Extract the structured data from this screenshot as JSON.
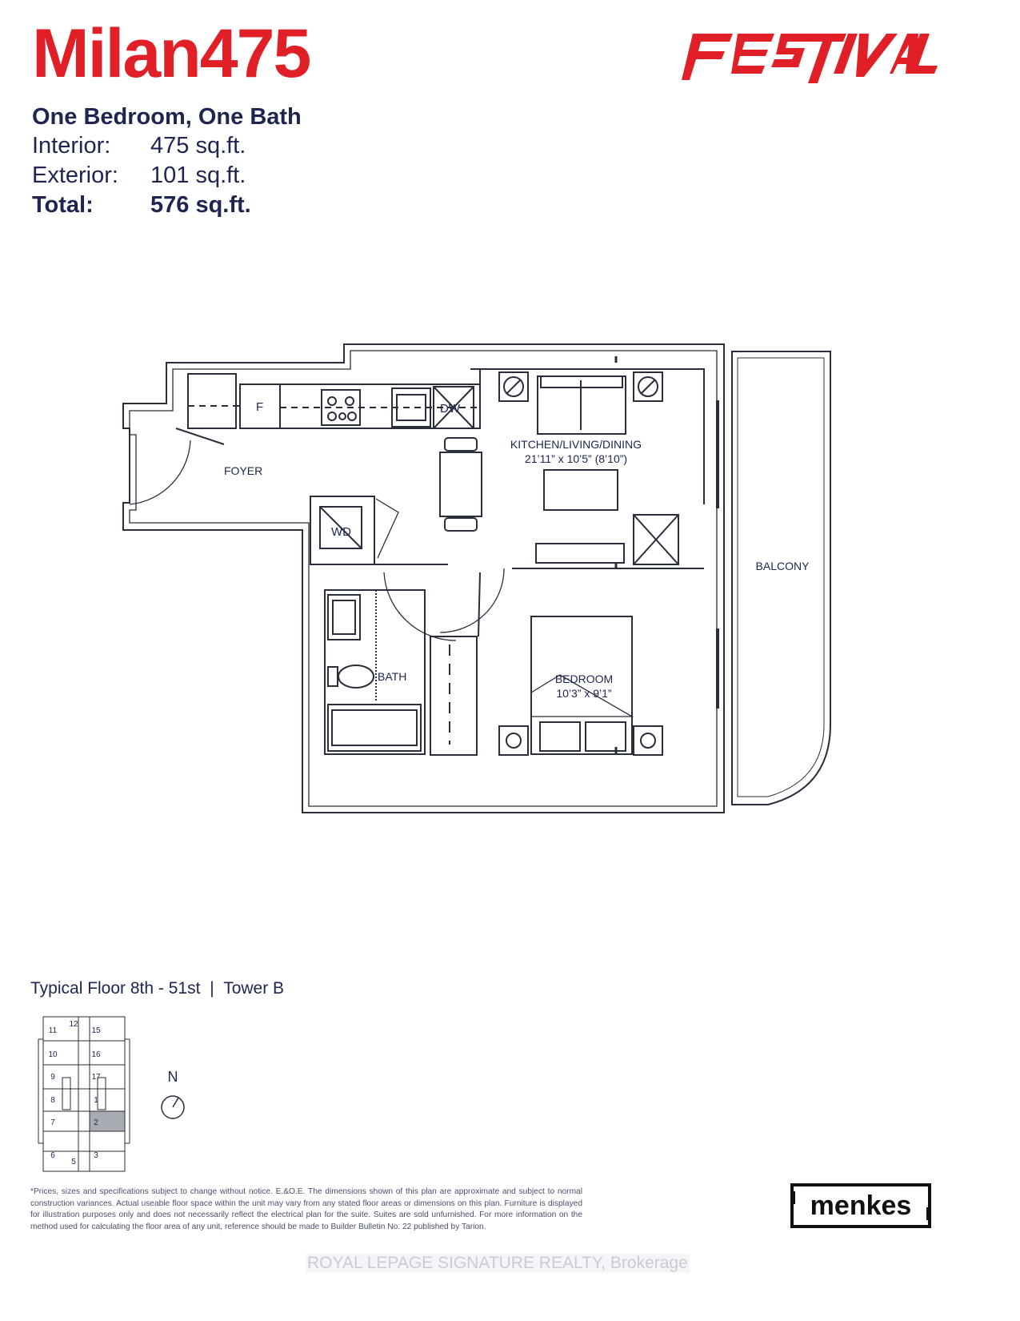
{
  "header": {
    "title": "Milan475",
    "brand_logo_text": "FESTIVAL",
    "subtitle": "One Bedroom, One Bath"
  },
  "areas": [
    {
      "label": "Interior:",
      "value": "475 sq.ft."
    },
    {
      "label": "Exterior:",
      "value": "101 sq.ft."
    },
    {
      "label": "Total:",
      "value": "576 sq.ft."
    }
  ],
  "plan": {
    "rooms": {
      "kitchen_name": "KITCHEN/LIVING/DINING",
      "kitchen_dims": "21’11” x 10’5” (8’10”)",
      "foyer": "FOYER",
      "balcony": "BALCONY",
      "bath": "BATH",
      "bedroom_name": "BEDROOM",
      "bedroom_dims": "10’3” x 9’1”"
    },
    "appliances": {
      "fridge": "F",
      "dishwasher": "DW",
      "washer_dryer": "WD"
    }
  },
  "floor_info": {
    "floor": "Typical Floor 8th - 51st",
    "separator": "|",
    "tower": "Tower B"
  },
  "keyplan": {
    "units": [
      "11",
      "12",
      "15",
      "10",
      "16",
      "9",
      "17",
      "8",
      "1",
      "7",
      "2",
      "6",
      "5",
      "3"
    ],
    "highlighted_unit": "2"
  },
  "north_label": "N",
  "disclaimer": "*Prices, sizes and specifications subject to change without notice. E.&O.E. The dimensions shown of this plan are approximate and subject to normal construction variances. Actual useable floor space within the unit may vary from any stated floor areas or dimensions on this plan. Furniture is displayed for illustration purposes only and does not necessarily reflect the electrical plan for the suite. Suites are sold unfurnished. For more information on the method used for calculating the floor area of any unit, reference should be made to Builder Bulletin No. 22 published by Tarion.",
  "builder_logo_text": "menkes",
  "watermark": "ROYAL LEPAGE SIGNATURE REALTY, Brokerage",
  "colors": {
    "brand_red": "#e11f26",
    "navy": "#1f2550",
    "keyplan_highlight": "#a9abb3"
  }
}
